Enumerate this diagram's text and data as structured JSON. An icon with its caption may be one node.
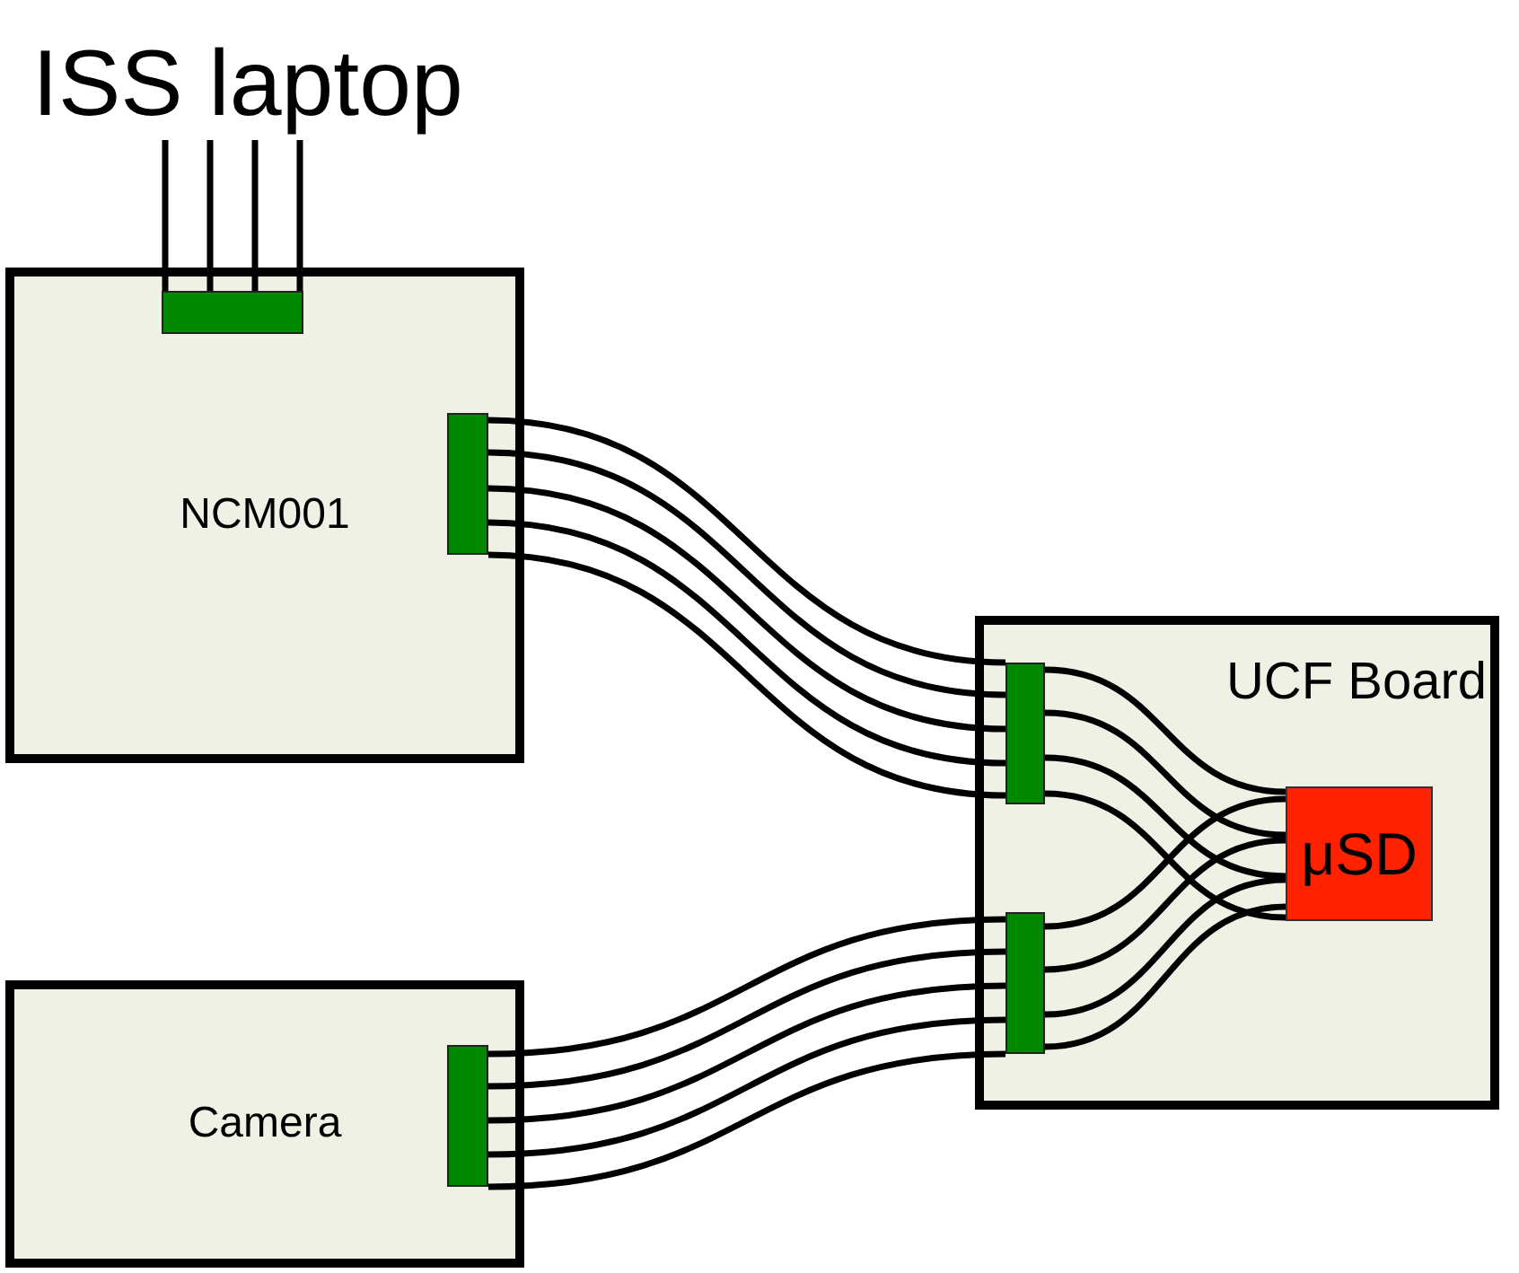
{
  "diagram": {
    "nodes": [
      {
        "text": [
          "ISS laptop"
        ]
      },
      {
        "text": [
          "NCM001"
        ]
      },
      {
        "text": [],
        "shape": "bar",
        "in": 1
      },
      {
        "text": [],
        "shape": "bar",
        "in": 1
      },
      {
        "text": [
          "UCF Board"
        ]
      },
      {
        "text": [],
        "shape": "bar",
        "in": 4
      },
      {
        "text": [],
        "shape": "bar",
        "in": 4
      },
      {
        "text": [
          "μSD"
        ],
        "in": 4
      },
      {
        "text": [
          "Camera"
        ]
      },
      {
        "text": [],
        "shape": "bar",
        "in": 8
      }
    ],
    "edges": [
      {
        "from": 0,
        "to": 2,
        "arrow": "none"
      },
      {
        "from": 0,
        "to": 2,
        "arrow": "none"
      },
      {
        "from": 0,
        "to": 2,
        "arrow": "none"
      },
      {
        "from": 0,
        "to": 2,
        "arrow": "none"
      },
      {
        "from": 3,
        "to": 5,
        "arrow": "none"
      },
      {
        "from": 3,
        "to": 5,
        "arrow": "none"
      },
      {
        "from": 3,
        "to": 5,
        "arrow": "none"
      },
      {
        "from": 3,
        "to": 5,
        "arrow": "none"
      },
      {
        "from": 3,
        "to": 5,
        "arrow": "none"
      },
      {
        "from": 9,
        "to": 6,
        "arrow": "none"
      },
      {
        "from": 9,
        "to": 6,
        "arrow": "none"
      },
      {
        "from": 9,
        "to": 6,
        "arrow": "none"
      },
      {
        "from": 9,
        "to": 6,
        "arrow": "none"
      },
      {
        "from": 9,
        "to": 6,
        "arrow": "none"
      },
      {
        "from": 5,
        "to": 7,
        "arrow": "none"
      },
      {
        "from": 5,
        "to": 7,
        "arrow": "none"
      },
      {
        "from": 5,
        "to": 7,
        "arrow": "none"
      },
      {
        "from": 5,
        "to": 7,
        "arrow": "none"
      },
      {
        "from": 6,
        "to": 7,
        "arrow": "none"
      },
      {
        "from": 6,
        "to": 7,
        "arrow": "none"
      },
      {
        "from": 6,
        "to": 7,
        "arrow": "none"
      },
      {
        "from": 6,
        "to": 7,
        "arrow": "none"
      }
    ]
  }
}
